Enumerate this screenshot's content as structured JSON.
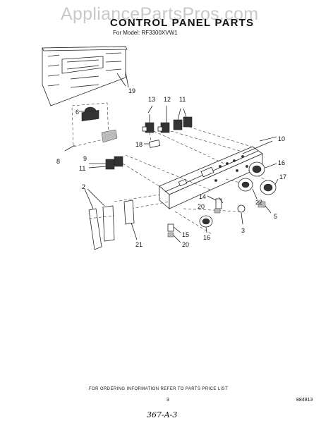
{
  "watermark": "AppliancePartsPros.com",
  "title": "CONTROL PANEL PARTS",
  "model_line": "For Model: RF3300XVW1",
  "footer_note": "FOR ORDERING INFORMATION REFER TO PARTS PRICE LIST",
  "page_number": "3",
  "reference_code": "884813",
  "handwritten_note": "367-A-3",
  "callouts": [
    "19",
    "13",
    "12",
    "11",
    "6",
    "10",
    "8",
    "9",
    "11",
    "18",
    "16",
    "17",
    "22",
    "2",
    "14",
    "20",
    "5",
    "3",
    "15",
    "20",
    "16",
    "21"
  ]
}
